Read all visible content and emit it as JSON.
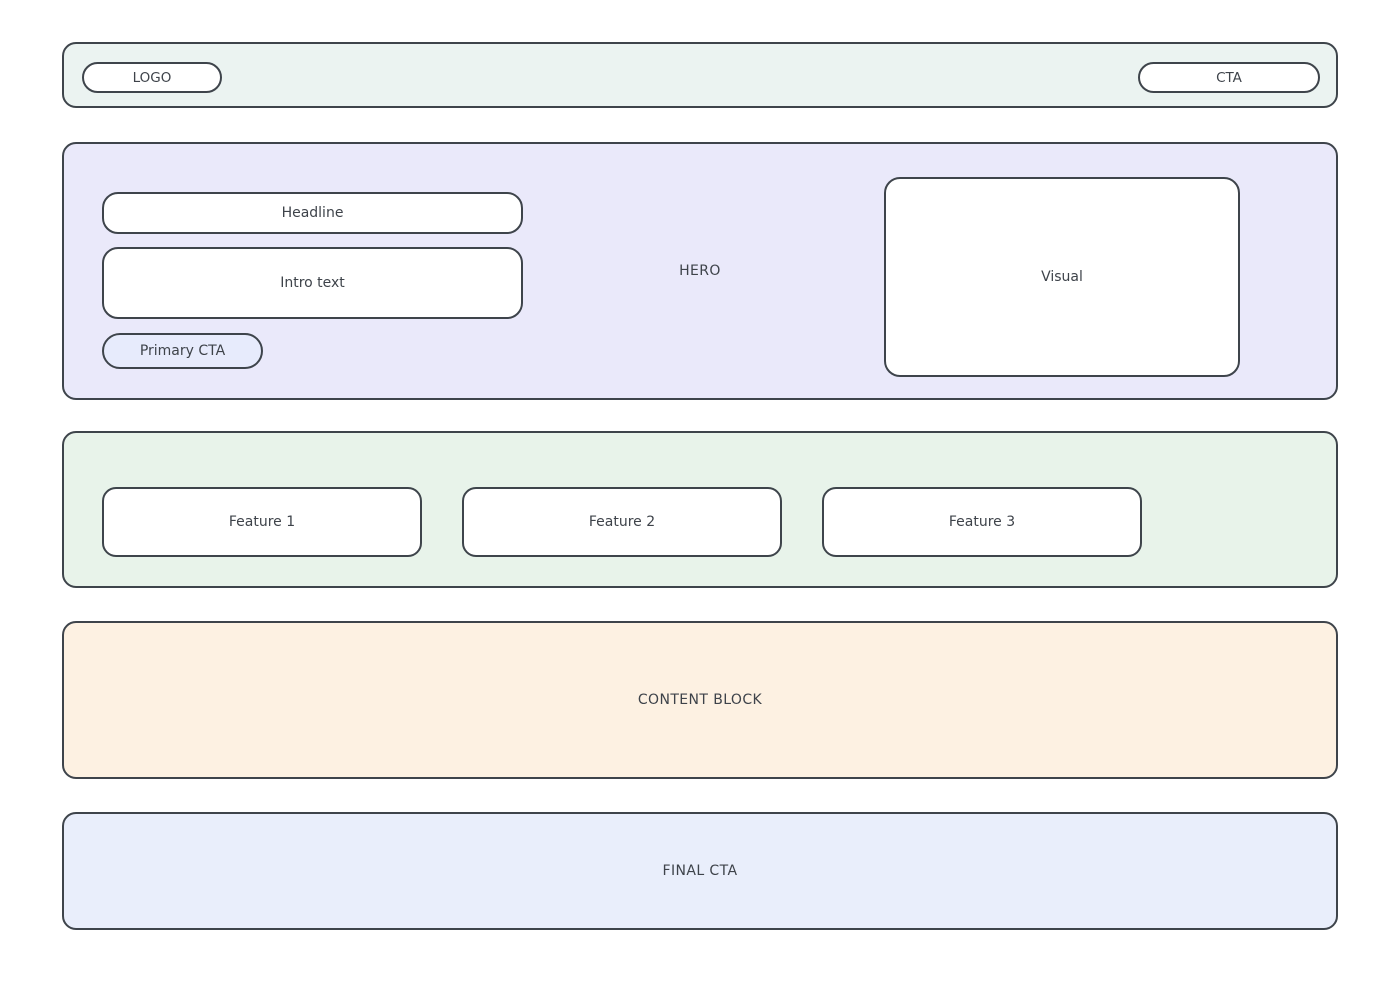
{
  "header": {
    "logo_label": "LOGO",
    "cta_label": "CTA"
  },
  "hero": {
    "section_label": "HERO",
    "headline": "Headline",
    "intro_text": "Intro text",
    "primary_cta_label": "Primary CTA",
    "visual_label": "Visual"
  },
  "features": {
    "items": [
      {
        "label": "Feature 1"
      },
      {
        "label": "Feature 2"
      },
      {
        "label": "Feature 3"
      }
    ]
  },
  "content_block": {
    "label": "CONTENT BLOCK"
  },
  "final_cta": {
    "label": "FINAL CTA"
  },
  "colors": {
    "header_bg": "#ebf3f1",
    "hero_bg": "#eae9fa",
    "primary_cta_bg": "#e7ebfc",
    "features_bg": "#e8f3ea",
    "content_bg": "#fdf1e2",
    "final_bg": "#e9eefb",
    "surface": "#ffffff",
    "border": "#3e444b",
    "text": "#3e434a"
  }
}
